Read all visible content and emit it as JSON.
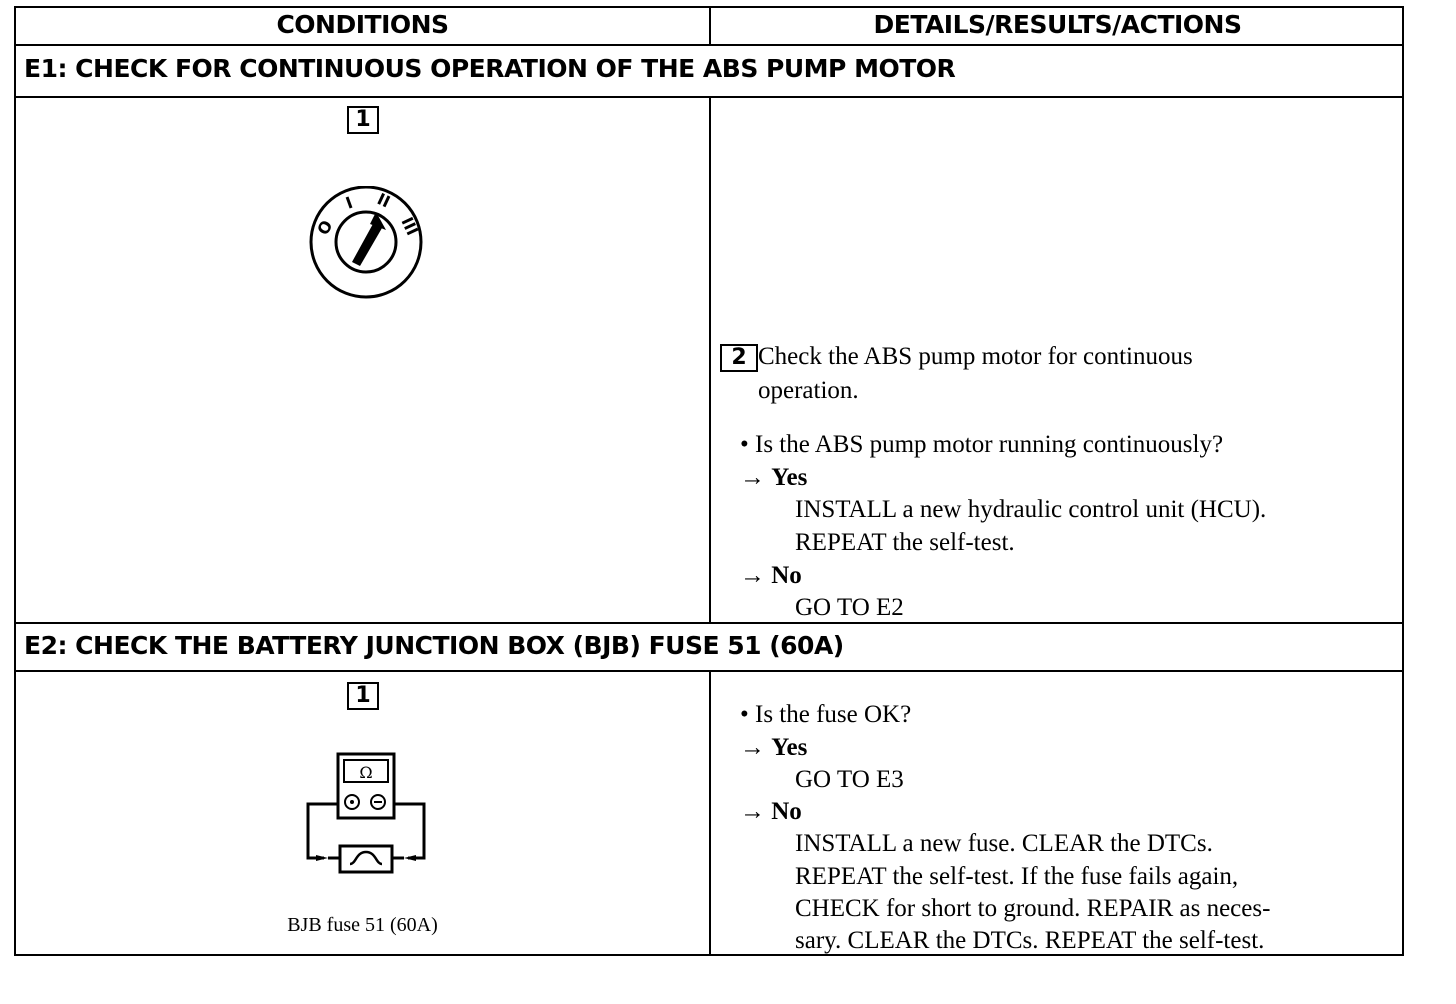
{
  "header": {
    "conditions": "CONDITIONS",
    "details": "DETAILS/RESULTS/ACTIONS"
  },
  "e1": {
    "title": "E1: CHECK FOR CONTINUOUS OPERATION OF THE ABS PUMP MOTOR",
    "step1_label": "1",
    "ignition_positions": [
      "O",
      "I",
      "II",
      "III"
    ],
    "step2_label": "2",
    "step2_line1": "Check the ABS pump motor for continuous",
    "step2_line2": "operation.",
    "question": "• Is the ABS pump motor running continuously?",
    "yes_arrow": "→",
    "yes_label": "Yes",
    "yes_line1": "INSTALL a new hydraulic control unit (HCU).",
    "yes_line2": "REPEAT the self-test.",
    "no_arrow": "→",
    "no_label": "No",
    "no_line1": "GO TO E2"
  },
  "e2": {
    "title": "E2: CHECK THE BATTERY JUNCTION BOX (BJB) FUSE 51 (60A)",
    "step1_label": "1",
    "meter_symbol": "Ω",
    "caption": "BJB fuse 51 (60A)",
    "question": "• Is the fuse OK?",
    "yes_arrow": "→",
    "yes_label": "Yes",
    "yes_line1": "GO TO E3",
    "no_arrow": "→",
    "no_label": "No",
    "no_line1": "INSTALL a new fuse. CLEAR the DTCs.",
    "no_line2": "REPEAT the self-test. If the fuse fails again,",
    "no_line3": "CHECK for short to ground. REPAIR as neces-",
    "no_line4": "sary. CLEAR the DTCs. REPEAT the self-test."
  }
}
